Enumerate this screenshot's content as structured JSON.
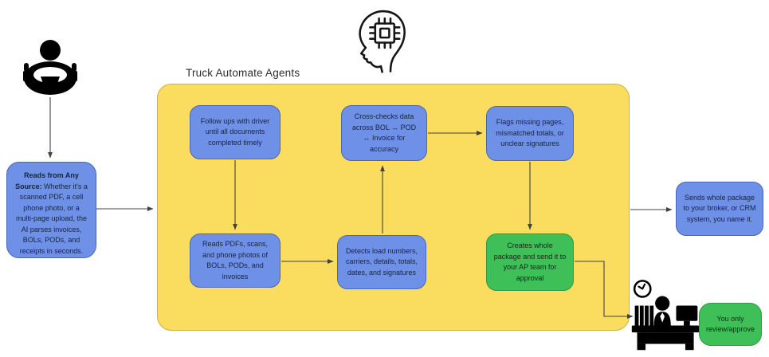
{
  "title": "Truck Automate Agents",
  "colors": {
    "node_blue": "#6e90e6",
    "container_yellow": "#fadd5f",
    "node_green": "#3fbf58",
    "arrow": "#424242"
  },
  "nodes": {
    "source_bold": "Reads from Any Source:",
    "source_rest": " Whether it's a scanned PDF, a cell phone photo, or a multi-page upload, the AI parses invoices, BOLs, PODs, and receipts in seconds.",
    "follow_ups": "Follow ups with driver until all documents completed timely",
    "cross_checks": "Cross-checks data across BOL ↔ POD ↔ Invoice for accuracy",
    "flags": "Flags missing pages, mismatched totals, or unclear signatures",
    "reads_pdfs": "Reads PDFs, scans, and phone photos of BOLs, PODs, and invoices",
    "detects": "Detects load numbers, carriers, details, totals, dates, and signatures",
    "creates_package": "Creates whole package and send it to your AP team for approval",
    "sends_package": "Sends whole package to your broker, or CRM system, you name it.",
    "review": "You only review/approve"
  },
  "icons": {
    "driver": "truck-driver-icon",
    "ai_head": "ai-brain-chip-icon",
    "clock": "clock-icon",
    "reviewer": "person-at-desk-icon"
  }
}
